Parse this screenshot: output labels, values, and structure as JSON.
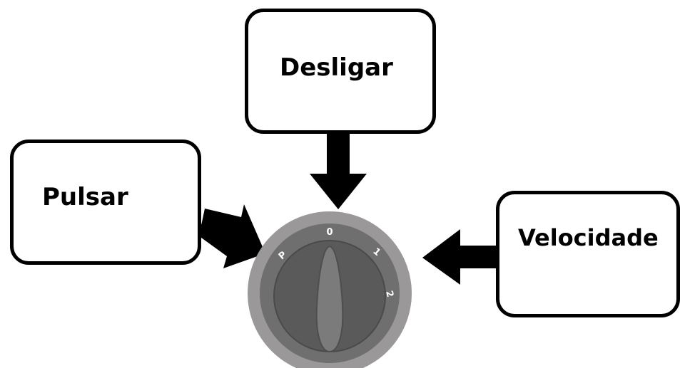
{
  "labels": {
    "off": "Desligar",
    "pulse": "Pulsar",
    "speed": "Velocidade"
  },
  "knob": {
    "positions": [
      "0",
      "1",
      "2",
      "P"
    ]
  },
  "colors": {
    "outline": "#000000",
    "knob_outer": "#9a9898",
    "knob_ring": "#6f6f6f",
    "knob_face": "#5c5c5c",
    "knob_text": "#ffffff"
  }
}
